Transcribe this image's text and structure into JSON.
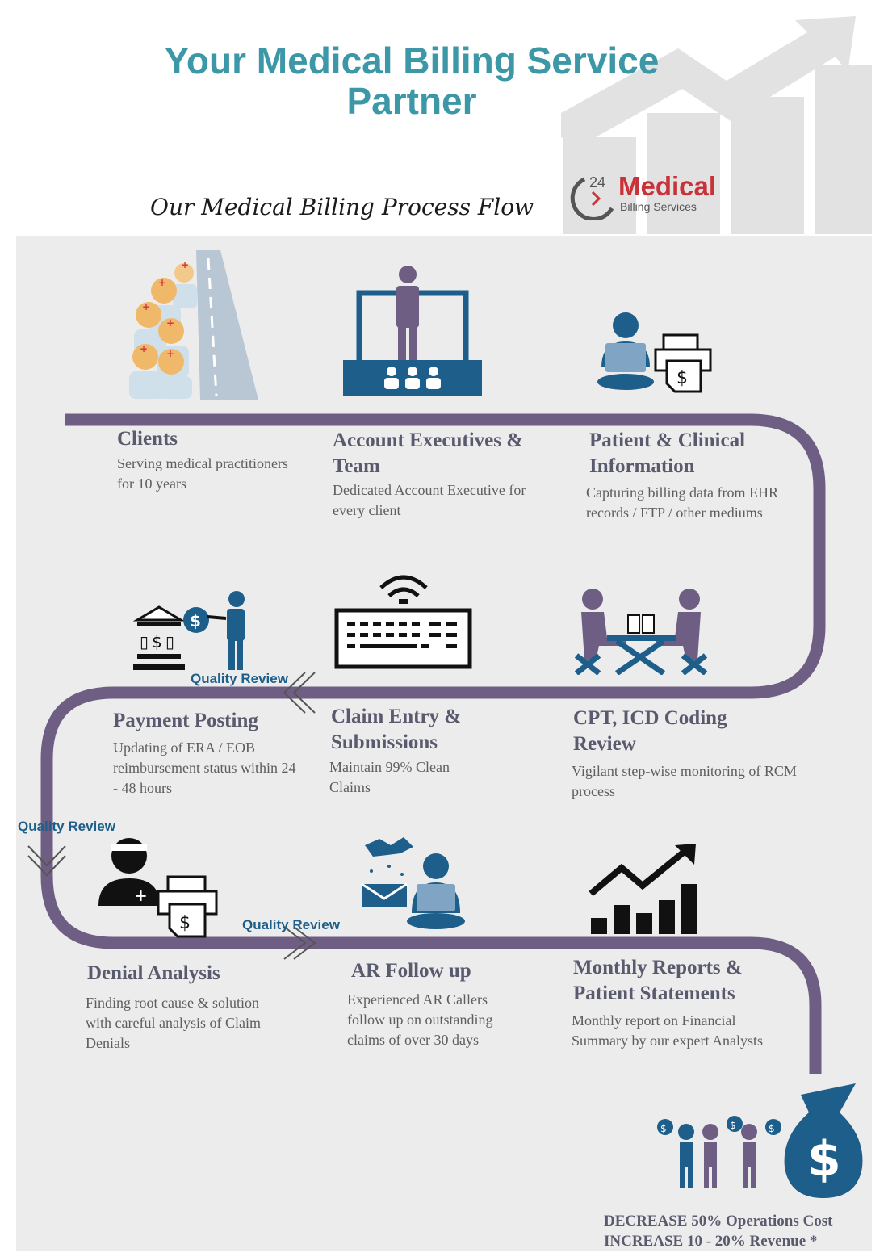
{
  "header": {
    "title": "Your Medical Billing Service Partner",
    "subtitle": "Our Medical Billing Process Flow"
  },
  "logo": {
    "number": "24",
    "brand": "Medical",
    "tagline": "Billing Services"
  },
  "steps": [
    {
      "title": "Clients",
      "description": "Serving medical practitioners for 10 years",
      "icon": "nurses-road-icon"
    },
    {
      "title": "Account Executives & Team",
      "description": "Dedicated Account Executive for every client",
      "icon": "presenter-icon"
    },
    {
      "title": "Patient & Clinical Information",
      "description": "Capturing billing data from EHR records / FTP / other mediums",
      "icon": "laptop-fax-icon"
    },
    {
      "title": "CPT, ICD Coding Review",
      "description": "Vigilant step-wise monitoring of RCM process",
      "icon": "meeting-table-icon"
    },
    {
      "title": "Claim Entry & Submissions",
      "description": "Maintain 99% Clean Claims",
      "icon": "keyboard-icon"
    },
    {
      "title": "Payment Posting",
      "description": "Updating of ERA / EOB reimbursement status within 24 - 48 hours",
      "icon": "bank-payment-icon"
    },
    {
      "title": "Denial Analysis",
      "description": "Finding root cause & solution with careful analysis of Claim Denials",
      "icon": "doctor-fax-icon"
    },
    {
      "title": "AR Follow up",
      "description": "Experienced AR Callers follow up on outstanding claims of over 30 days",
      "icon": "mail-laptop-icon"
    },
    {
      "title": "Monthly Reports & Patient Statements",
      "description": "Monthly report on Financial Summary by our expert Analysts",
      "icon": "growth-chart-icon"
    }
  ],
  "quality_review_label": "Quality Review",
  "outcome": {
    "line1": "DECREASE 50% Operations Cost",
    "line2": "INCREASE 10 - 20% Revenue *"
  },
  "colors": {
    "title": "#3c97a6",
    "path": "#6f5e84",
    "icon_blue": "#1d5f8a",
    "panel": "#ececec"
  }
}
